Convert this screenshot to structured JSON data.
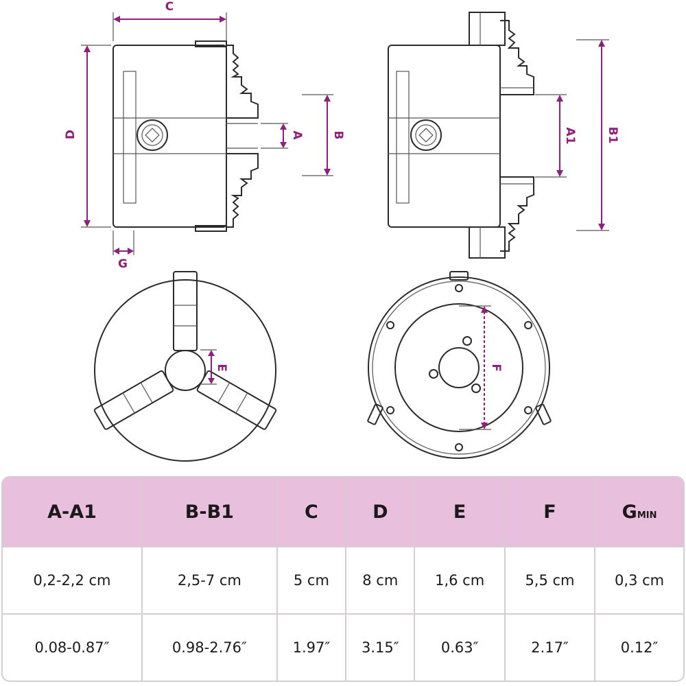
{
  "dimension_labels": {
    "c": "C",
    "d": "D",
    "a": "A",
    "b": "B",
    "g": "G",
    "a1": "A1",
    "b1": "B1",
    "e": "E",
    "f": "F"
  },
  "colors": {
    "accent": "#8e1f7a",
    "table_header_bg": "#e8bfdd",
    "table_border": "#d5cdd3",
    "line": "#2a2a2a"
  },
  "table": {
    "headers": [
      {
        "main": "A-A1",
        "sub": ""
      },
      {
        "main": "B-B1",
        "sub": ""
      },
      {
        "main": "C",
        "sub": ""
      },
      {
        "main": "D",
        "sub": ""
      },
      {
        "main": "E",
        "sub": ""
      },
      {
        "main": "F",
        "sub": ""
      },
      {
        "main": "G",
        "sub": "MIN"
      }
    ],
    "rows": [
      [
        "0,2-2,2 cm",
        "2,5-7 cm",
        "5 cm",
        "8 cm",
        "1,6 cm",
        "5,5 cm",
        "0,3 cm"
      ],
      [
        "0.08-0.87″",
        "0.98-2.76″",
        "1.97″",
        "3.15″",
        "0.63″",
        "2.17″",
        "0.12″"
      ]
    ]
  }
}
